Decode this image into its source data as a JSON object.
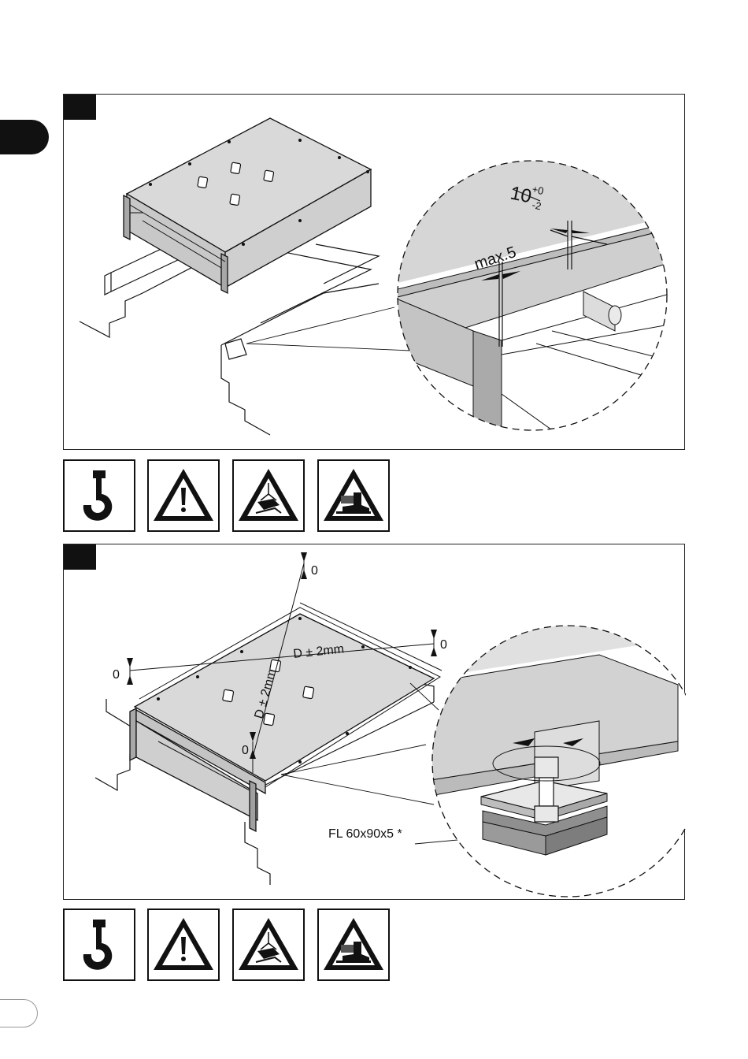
{
  "figure_1": {
    "dimension_gap_base": "10",
    "dimension_gap_tol_upper": "+0",
    "dimension_gap_tol_lower": "-2",
    "dimension_offset": "max.5"
  },
  "figure_2": {
    "level_marks": [
      "0",
      "0",
      "0",
      "0"
    ],
    "diagonal_1": "D ± 2mm",
    "diagonal_2": "D ± 2mm",
    "plate_spec": "FL 60x90x5 *"
  },
  "icons": [
    "lifting-hook-icon",
    "warning-icon",
    "suspended-load-warning-icon",
    "crushing-hazard-warning-icon"
  ],
  "colors": {
    "ink": "#111111",
    "panel_fill": "#d9d9d9",
    "detail_fill": "#e6e6e6"
  }
}
